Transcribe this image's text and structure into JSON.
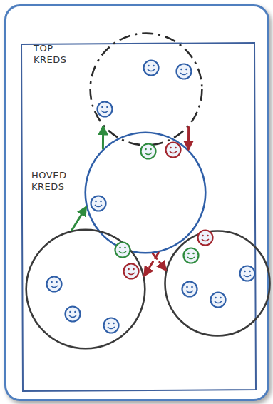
{
  "diagram": {
    "nodes": [
      {
        "text": [
          "TOP- KREDS"
        ]
      },
      {
        "text": [
          "HOVED- KREDS"
        ]
      },
      {
        "text": []
      },
      {
        "text": []
      }
    ],
    "edges": [
      {
        "from": 1,
        "to": 0,
        "arrow": "to"
      },
      {
        "from": 0,
        "to": 1,
        "arrow": "to"
      },
      {
        "from": 2,
        "to": 1,
        "arrow": "to"
      },
      {
        "from": 1,
        "to": 2,
        "arrow": "to"
      },
      {
        "from": 1,
        "to": 3,
        "arrow": "to"
      }
    ]
  }
}
